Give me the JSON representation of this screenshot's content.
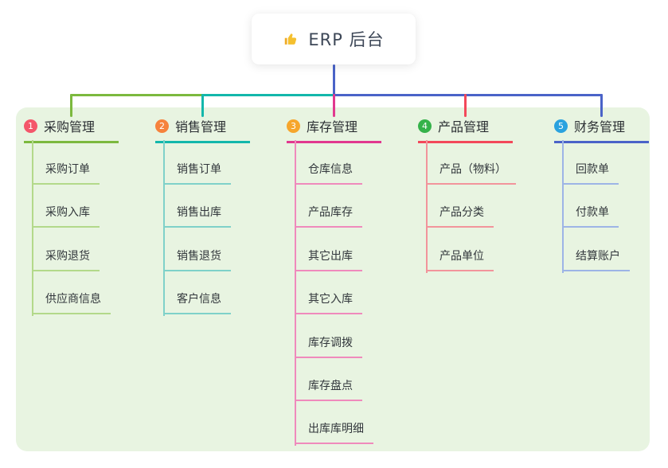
{
  "root": {
    "label": "ERP 后台",
    "icon": "thumbs-up-icon",
    "card_background": "#ffffff",
    "text_color": "#3d4757",
    "drop_line_color": "#4a63c8"
  },
  "panel": {
    "background": "#e8f4e1"
  },
  "branches": [
    {
      "badge": "1",
      "label": "采购管理",
      "badge_color": "#f4566a",
      "line_color": "#7cb93e",
      "child_line_color": "#b3d98a",
      "children": [
        {
          "label": "采购订单"
        },
        {
          "label": "采购入库"
        },
        {
          "label": "采购退货"
        },
        {
          "label": "供应商信息"
        }
      ]
    },
    {
      "badge": "2",
      "label": "销售管理",
      "badge_color": "#f6823c",
      "line_color": "#13b7ab",
      "child_line_color": "#7fd1c9",
      "children": [
        {
          "label": "销售订单"
        },
        {
          "label": "销售出库"
        },
        {
          "label": "销售退货"
        },
        {
          "label": "客户信息"
        }
      ]
    },
    {
      "badge": "3",
      "label": "库存管理",
      "badge_color": "#f6a62c",
      "line_color": "#e1388f",
      "child_line_color": "#ef8abc",
      "children": [
        {
          "label": "仓库信息"
        },
        {
          "label": "产品库存"
        },
        {
          "label": "其它出库"
        },
        {
          "label": "其它入库"
        },
        {
          "label": "库存调拨"
        },
        {
          "label": "库存盘点"
        },
        {
          "label": "出库库明细"
        }
      ]
    },
    {
      "badge": "4",
      "label": "产品管理",
      "badge_color": "#35b24a",
      "line_color": "#f3485a",
      "child_line_color": "#f2949b",
      "children": [
        {
          "label": "产品（物料）"
        },
        {
          "label": "产品分类"
        },
        {
          "label": "产品单位"
        }
      ]
    },
    {
      "badge": "5",
      "label": "财务管理",
      "badge_color": "#2aa2df",
      "line_color": "#4a63c8",
      "child_line_color": "#9db4e6",
      "children": [
        {
          "label": "回款单"
        },
        {
          "label": "付款单"
        },
        {
          "label": "结算账户"
        }
      ]
    }
  ]
}
